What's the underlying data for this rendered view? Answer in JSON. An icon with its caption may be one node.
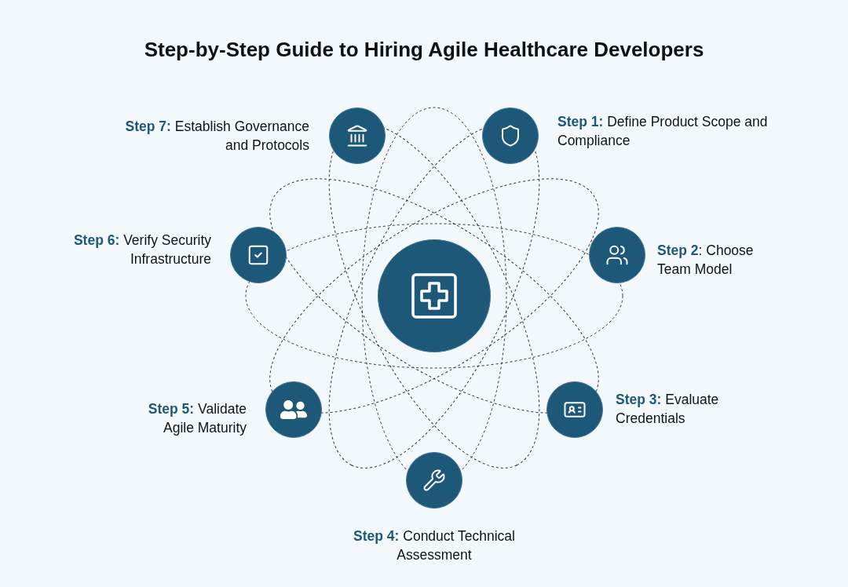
{
  "diagram": {
    "title": "Step-by-Step Guide to Hiring Agile Healthcare Developers",
    "nodes": [
      {
        "text": [],
        "shape": "circle"
      },
      {
        "text": [
          "**Step 1:** Define Product Scope and Compliance"
        ]
      },
      {
        "text": [
          "**Step 2**: Choose Team Model"
        ]
      },
      {
        "text": [
          "**Step 3:** Evaluate Credentials"
        ]
      },
      {
        "text": [
          "**Step 4:** Conduct Technical Assessment"
        ]
      },
      {
        "text": [
          "**Step 5:** Validate Agile Maturity"
        ]
      },
      {
        "text": [
          "**Step 6:** Verify Security Infrastructure"
        ]
      },
      {
        "text": [
          "**Step 7:** Establish Governance and Protocols"
        ]
      }
    ]
  }
}
